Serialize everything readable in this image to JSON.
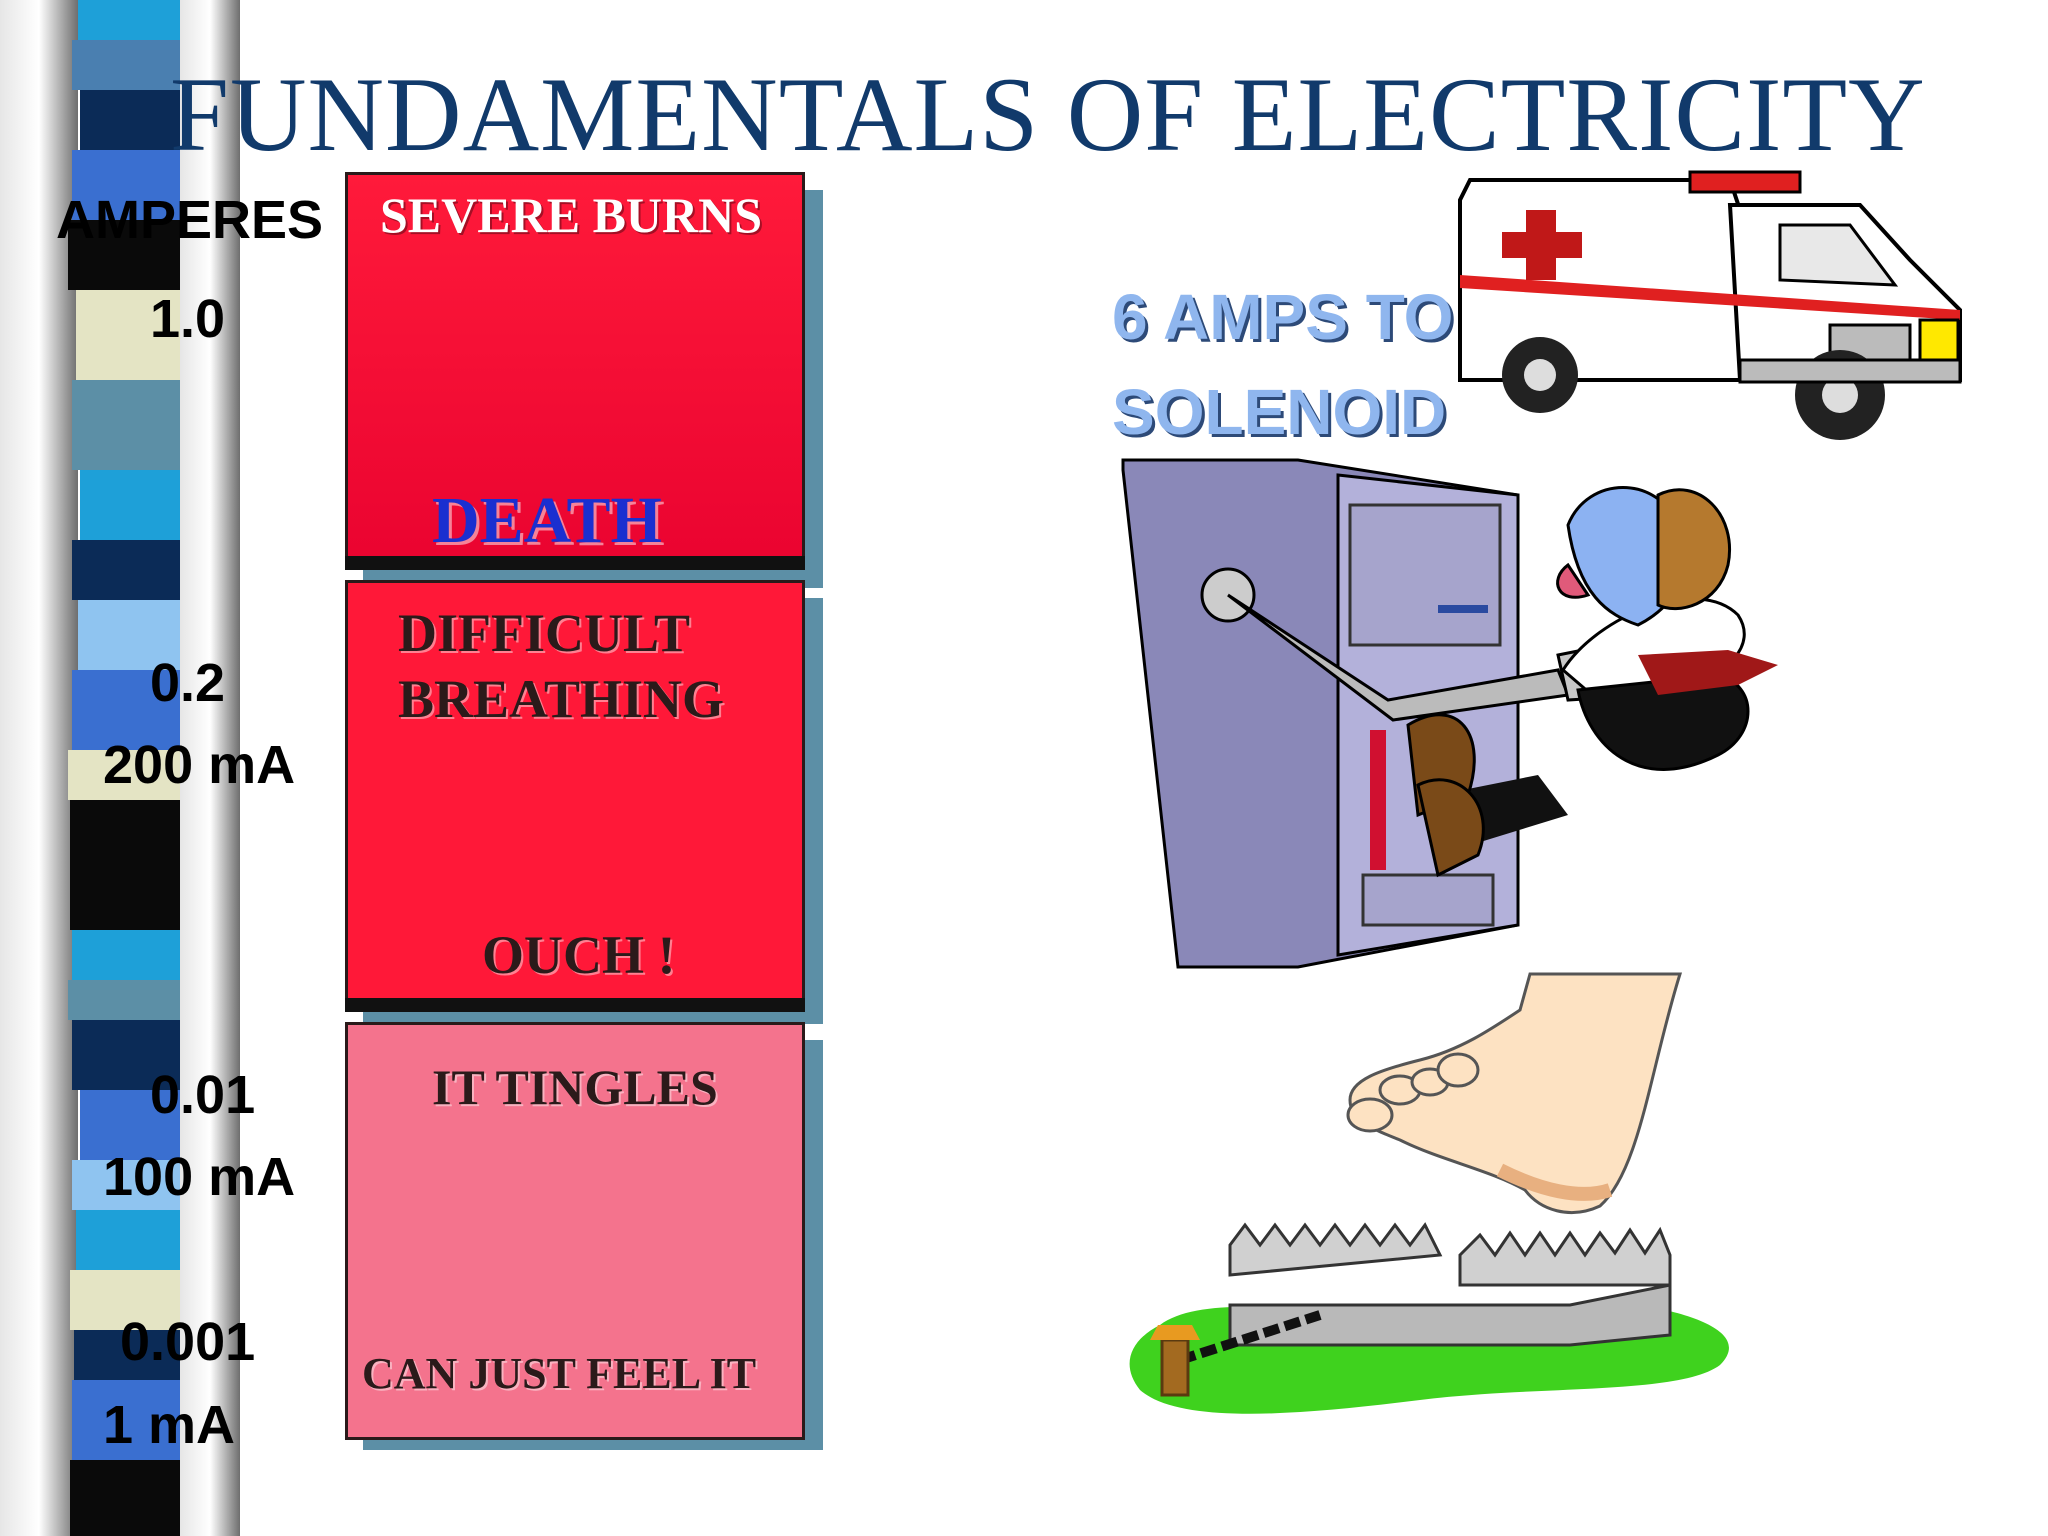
{
  "slide": {
    "title": "FUNDAMENTALS OF ELECTRICITY"
  },
  "scale": {
    "heading": "AMPERES",
    "labels": [
      "1.0",
      "0.2",
      "200 mA",
      "0.01",
      "100 mA",
      "0.001",
      "1 mA"
    ]
  },
  "effects": {
    "severe_burns": "SEVERE BURNS",
    "death": "DEATH",
    "difficult": "DIFFICULT",
    "breathing": "BREATHING",
    "ouch": "OUCH !",
    "tingles": "IT TINGLES",
    "feel": "CAN JUST FEEL IT"
  },
  "callout": {
    "line1": "6 AMPS TO",
    "line2": "SOLENOID"
  },
  "colors": {
    "title": "#113a6b",
    "panel_high": "#ea0330",
    "panel_mid": "#ff1838",
    "panel_low": "#f4738d",
    "callout": "#8fb6ee",
    "death_text": "#1a2fd0"
  },
  "icons": [
    "ambulance-icon",
    "shocked-man-icon",
    "foot-icon",
    "bear-trap-icon"
  ]
}
